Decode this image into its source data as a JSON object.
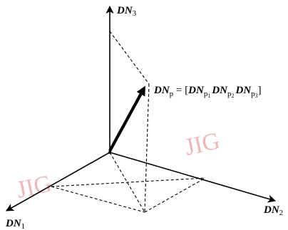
{
  "axes": {
    "dn1": {
      "main": "DN",
      "sub": "1"
    },
    "dn2": {
      "main": "DN",
      "sub": "2"
    },
    "dn3": {
      "main": "DN",
      "sub": "3"
    }
  },
  "vector_label": {
    "main": "DN",
    "sub": "p",
    "equals": " = ",
    "bracket_open": "[",
    "bracket_close": "]",
    "components": [
      {
        "main": "DN",
        "sub": "p",
        "subsub": "1"
      },
      {
        "main": "DN",
        "sub": "p",
        "subsub": "2"
      },
      {
        "main": "DN",
        "sub": "p",
        "subsub": "3"
      }
    ]
  },
  "watermarks": [
    "JIG",
    "JIG"
  ]
}
